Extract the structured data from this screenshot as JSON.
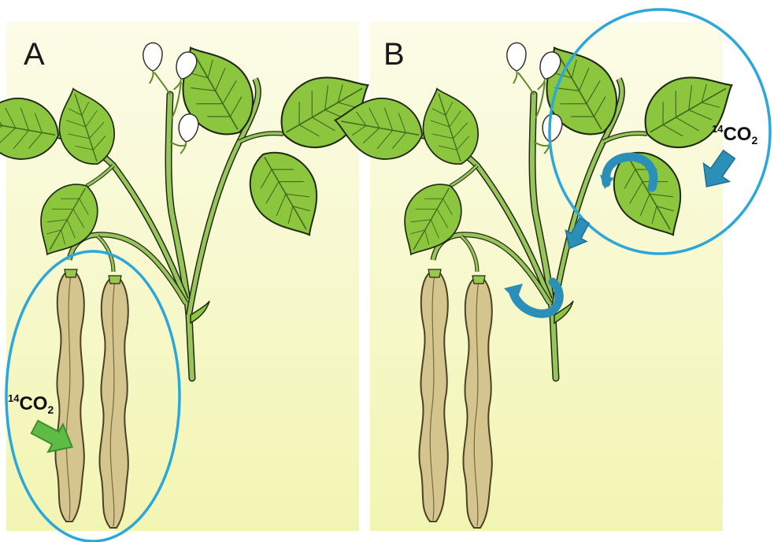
{
  "panels": [
    {
      "id": "A",
      "letter": "A",
      "label": "¹⁴CO₂",
      "label_parts": [
        "14",
        "CO",
        "2"
      ],
      "arrow_color": "#5dbb46",
      "circle_color": "#2ba7d9"
    },
    {
      "id": "B",
      "letter": "B",
      "label": "¹⁴CO₂",
      "label_parts": [
        "14",
        "CO",
        "2"
      ],
      "arrow_color": "#2b8fb8",
      "circle_color": "#2ba7d9"
    }
  ],
  "colors": {
    "background_top": "#fbfbe6",
    "background_bottom": "#f3f5b4",
    "leaf": "#8cc63f",
    "leaf_dark": "#5e9a2a",
    "stem": "#98c55a",
    "pod": "#d4c48e",
    "pod_outline": "#4a4226",
    "flower": "#ffffff",
    "outline": "#1f2a12"
  }
}
